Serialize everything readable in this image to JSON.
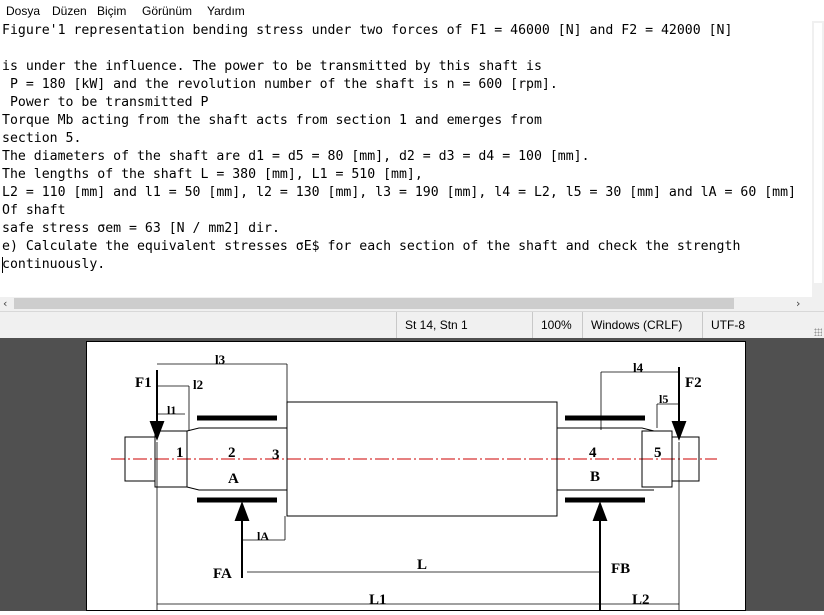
{
  "menu": {
    "items": [
      "Dosya",
      "Düzen",
      "Biçim",
      "Görünüm",
      "Yardım"
    ]
  },
  "editor": {
    "lines": [
      "Figure'1 representation bending stress under two forces of F1 = 46000 [N] and F2 = 42000 [N]",
      "",
      "is under the influence. The power to be transmitted by this shaft is",
      " P = 180 [kW] and the revolution number of the shaft is n = 600 [rpm].",
      " Power to be transmitted P",
      "Torque Mb acting from the shaft acts from section 1 and emerges from",
      "section 5.",
      "The diameters of the shaft are d1 = d5 = 80 [mm], d2 = d3 = d4 = 100 [mm].",
      "The lengths of the shaft L = 380 [mm], L1 = 510 [mm],",
      "L2 = 110 [mm] and l1 = 50 [mm], l2 = 130 [mm], l3 = 190 [mm], l4 = L2, l5 = 30 [mm] and lA = 60 [mm]",
      "Of shaft",
      "safe stress σem = 63 [N / mm2] dir.",
      "e) Calculate the equivalent stresses σE$ for each section of the shaft and check the strength",
      "continuously."
    ]
  },
  "status": {
    "position": "St 14, Stn 1",
    "zoom": "100%",
    "line_ending": "Windows (CRLF)",
    "encoding": "UTF-8"
  },
  "figure": {
    "labels": {
      "F1": "F1",
      "F2": "F2",
      "FA": "FA",
      "FB": "FB",
      "l1": "l1",
      "l2": "l2",
      "l3": "l3",
      "l4": "l4",
      "l5": "l5",
      "lA": "lA",
      "L": "L",
      "L1": "L1",
      "L2": "L2",
      "s1": "1",
      "s2": "2",
      "s3": "3",
      "s4": "4",
      "s5": "5",
      "A": "A",
      "B": "B"
    },
    "colors": {
      "centerline": "#cc0000",
      "line": "#000000"
    }
  }
}
